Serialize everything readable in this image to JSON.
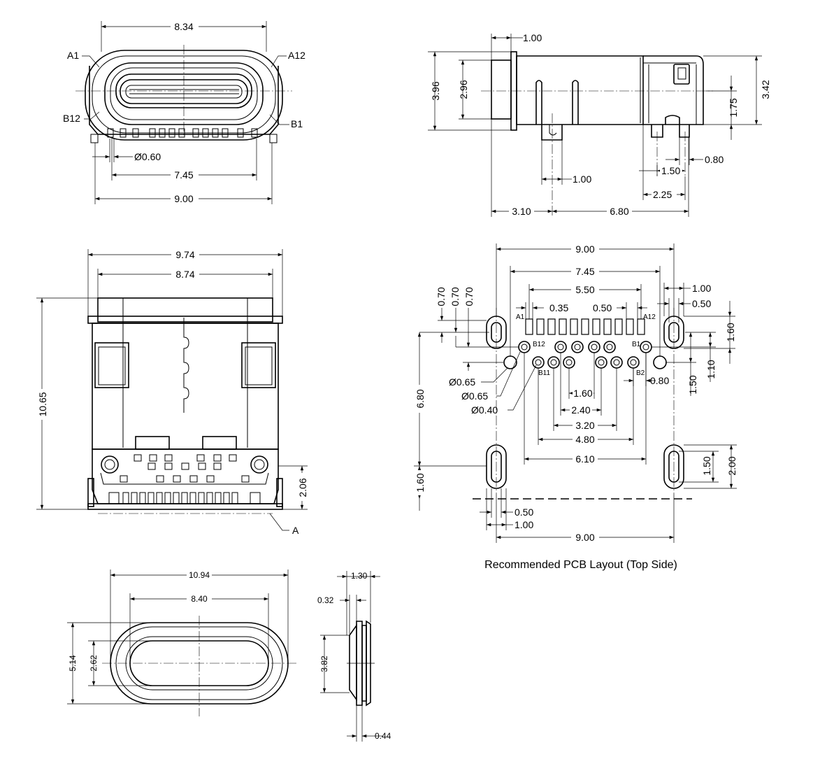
{
  "front_view": {
    "labels": {
      "a1": "A1",
      "a12": "A12",
      "b12": "B12",
      "b1": "B1"
    },
    "dims": {
      "width_top": "8.34",
      "hole_dia": "Ø0.60",
      "hole_pitch": "7.45",
      "width_bottom": "9.00"
    }
  },
  "side_view": {
    "dims": {
      "flange": "1.00",
      "height": "3.96",
      "shell_height": "2.96",
      "right_height": "3.42",
      "center_height": "1.75",
      "peg_width": "0.80",
      "peg_offset": "1.50",
      "peg_back": "2.25",
      "peg_pitch": "1.00",
      "front_len": "3.10",
      "body_len": "6.80"
    }
  },
  "top_view": {
    "dims": {
      "width_flange": "9.74",
      "width_body": "8.74",
      "length": "10.65",
      "tail": "2.06"
    },
    "callout": "A"
  },
  "pcb_layout": {
    "title": "Recommended PCB Layout (Top Side)",
    "pin_labels": {
      "a1": "A1",
      "a12": "A12",
      "b12": "B12",
      "b1": "B1",
      "b11": "B11",
      "b2": "B2"
    },
    "dims": {
      "w900": "9.00",
      "w745": "7.45",
      "w550": "5.50",
      "p035": "0.35",
      "p050": "0.50",
      "r100": "1.00",
      "r050": "0.50",
      "v070a": "0.70",
      "v070b": "0.70",
      "v070c": "0.70",
      "v160": "1.60",
      "v110": "1.10",
      "v150": "1.50",
      "d065a": "Ø0.65",
      "d065b": "Ø0.65",
      "d040": "Ø0.40",
      "h080": "0.80",
      "h160": "1.60",
      "h240": "2.40",
      "h320": "3.20",
      "h480": "4.80",
      "h610": "6.10",
      "v680": "6.80",
      "v160b": "1.60",
      "slot150": "1.50",
      "slot200": "2.00",
      "b050": "0.50",
      "b100": "1.00",
      "b900": "9.00"
    }
  },
  "seal_front": {
    "dims": {
      "outer_w": "10.94",
      "inner_w": "8.40",
      "outer_h": "5.14",
      "inner_h": "2.62"
    }
  },
  "seal_side": {
    "dims": {
      "thickness": "1.30",
      "rib": "0.32",
      "height": "3.82",
      "gap": "0.44"
    }
  }
}
